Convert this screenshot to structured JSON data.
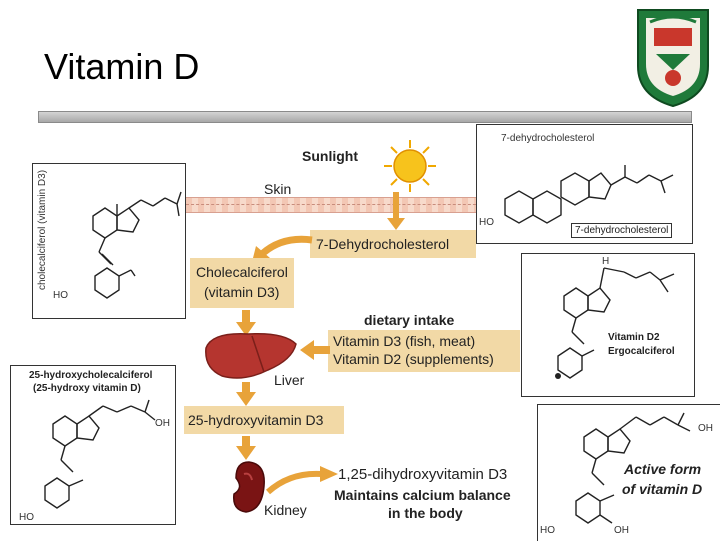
{
  "title": "Vitamin D",
  "sunlight_label": "Sunlight",
  "skin_label": "Skin",
  "dehydro_label": "7-Dehydrocholesterol",
  "cholecalciferol_label": "Cholecalciferol",
  "cholecalciferol_sub": "(vitamin D3)",
  "dietary_label": "dietary intake",
  "dietary_line1": "Vitamin D3 (fish, meat)",
  "dietary_line2": "Vitamin D2 (supplements)",
  "liver_label": "Liver",
  "hydroxy_label": "25-hydroxyvitamin D3",
  "kidney_label": "Kidney",
  "dihydroxy_label": "1,25-dihydroxyvitamin D3",
  "maintains_line1": "Maintains calcium balance",
  "maintains_line2": "in the body",
  "box_dehydro": {
    "title": "7-dehydrocholesterol",
    "caption": "7-dehydrocholesterol",
    "ho": "HO"
  },
  "box_chole": {
    "caption": "cholecalciferol (vitamin D3)",
    "ho": "HO"
  },
  "box_d2": {
    "caption_line1": "Vitamin D2",
    "caption_line2": "Ergocalciferol",
    "h": "H"
  },
  "box_25oh": {
    "title_line1": "25-hydroxycholecalciferol",
    "title_line2": "(25-hydroxy vitamin D)",
    "oh": "OH",
    "ho": "HO"
  },
  "box_active": {
    "caption_line1": "Active form",
    "caption_line2": "of vitamin D",
    "oh_top": "OH",
    "ho": "HO",
    "oh_bottom": "OH"
  },
  "colors": {
    "arrow": "#e8a33a",
    "tan_box": "#f2d9a6",
    "liver": "#b5352f",
    "kidney": "#7a1414",
    "sun": "#f7c31c",
    "seal_green": "#1f7a3a"
  }
}
